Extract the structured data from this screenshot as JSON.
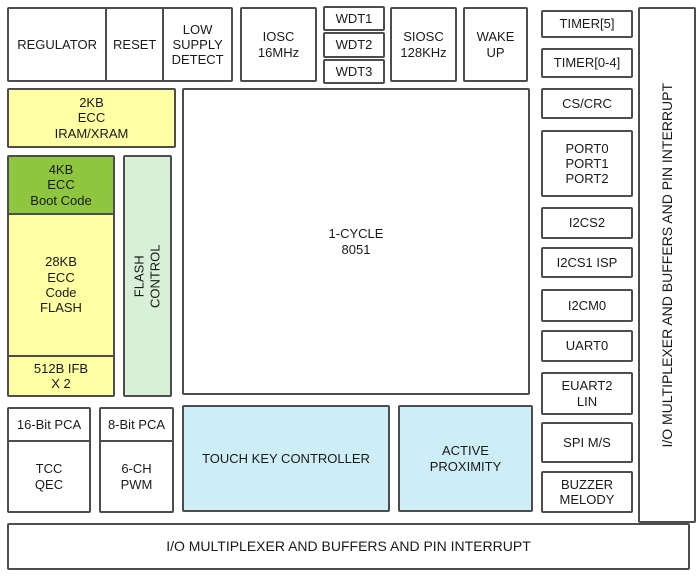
{
  "colors": {
    "border": "#4d4d4d",
    "memory_yellow": "#ffffa3",
    "boot_green": "#8fc640",
    "flash_control_green": "#d8f0d8",
    "touch_cyan": "#cdeef6",
    "block_white": "#ffffff",
    "text": "#1a1a1a"
  },
  "top_row": {
    "group": {
      "items": [
        {
          "label": "REGULATOR"
        },
        {
          "label": "RESET"
        },
        {
          "label": "LOW\nSUPPLY\nDETECT"
        }
      ]
    },
    "iosc": "IOSC\n16MHz",
    "wdt": {
      "items": [
        {
          "label": "WDT1"
        },
        {
          "label": "WDT2"
        },
        {
          "label": "WDT3"
        }
      ]
    },
    "siosc": "SIOSC\n128KHz",
    "wakeup": "WAKE\nUP"
  },
  "memory": {
    "iram": "2KB\nECC\nIRAM/XRAM",
    "boot": "4KB\nECC\nBoot Code",
    "code_flash": "28KB\nECC\nCode\nFLASH",
    "ifb": "512B IFB\nX 2",
    "flash_control": "FLASH\nCONTROL"
  },
  "cpu": "1-CYCLE\n8051",
  "pca": {
    "pca16": {
      "header": "16-Bit PCA",
      "body": "TCC\nQEC"
    },
    "pca8": {
      "header": "8-Bit PCA",
      "body": "6-CH\nPWM"
    }
  },
  "peripherals_bottom": {
    "touch": "TOUCH KEY CONTROLLER",
    "proximity": "ACTIVE\nPROXIMITY"
  },
  "right_column": {
    "items": [
      {
        "label": "TIMER[5]"
      },
      {
        "label": "TIMER[0-4]"
      },
      {
        "label": "CS/CRC"
      },
      {
        "label": "PORT0\nPORT1\nPORT2"
      },
      {
        "label": "I2CS2"
      },
      {
        "label": "I2CS1 ISP"
      },
      {
        "label": "I2CM0"
      },
      {
        "label": "UART0"
      },
      {
        "label": "EUART2\nLIN"
      },
      {
        "label": "SPI M/S"
      },
      {
        "label": "BUZZER\nMELODY"
      }
    ]
  },
  "io_mux": {
    "vertical": "I/O MULTIPLEXER AND BUFFERS AND PIN INTERRUPT",
    "bottom": "I/O MULTIPLEXER AND BUFFERS AND PIN INTERRUPT"
  }
}
